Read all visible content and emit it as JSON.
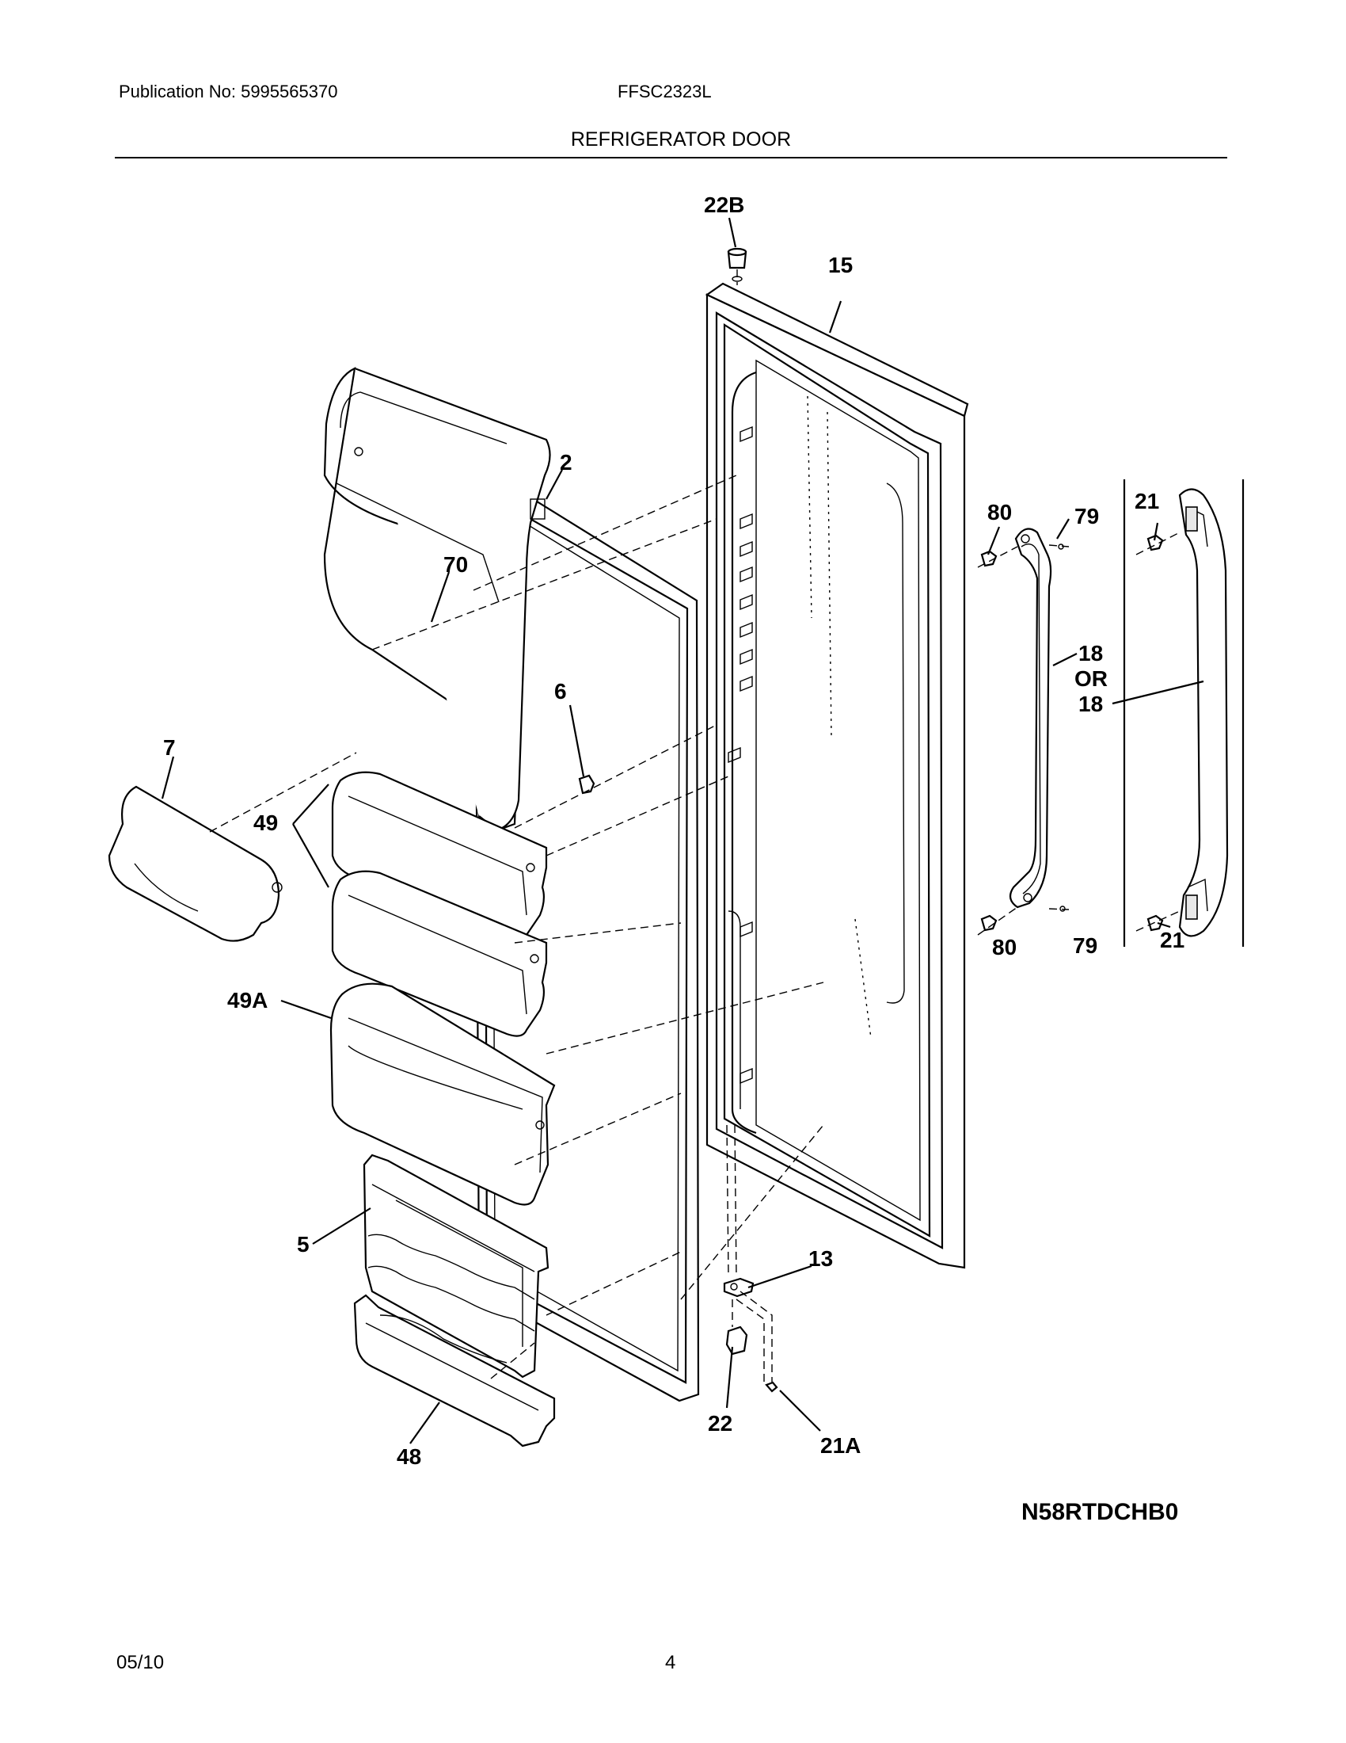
{
  "header": {
    "publication": "Publication No: 5995565370",
    "model": "FFSC2323L",
    "section_title": "REFRIGERATOR DOOR"
  },
  "callouts": {
    "c22b": "22B",
    "c15": "15",
    "c2": "2",
    "c70": "70",
    "c6": "6",
    "c7": "7",
    "c49": "49",
    "c49a": "49A",
    "c5": "5",
    "c48": "48",
    "c13": "13",
    "c22": "22",
    "c21a": "21A",
    "c80_top": "80",
    "c79_top": "79",
    "c18_a": "18",
    "c18_or": "OR",
    "c18_b": "18",
    "c80_bottom": "80",
    "c79_bottom": "79",
    "c21_top": "21",
    "c21_bottom": "21"
  },
  "diagram_code": "N58RTDCHB0",
  "footer": {
    "date": "05/10",
    "page": "4"
  }
}
